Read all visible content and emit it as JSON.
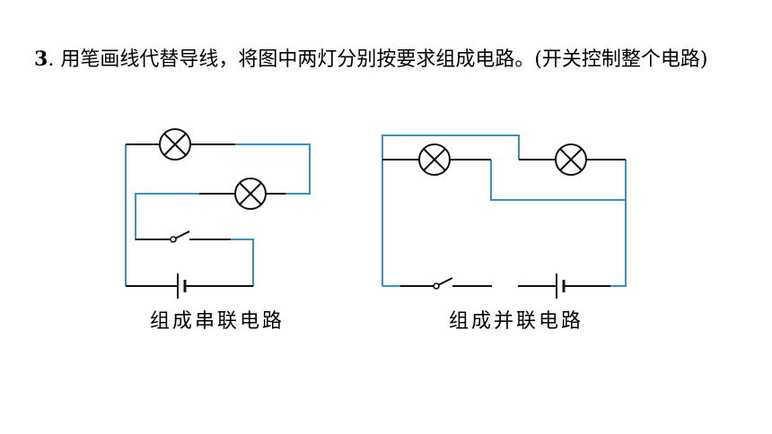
{
  "question": {
    "number": "3",
    "separator": ".",
    "text": "用笔画线代替导线，将图中两灯分别按要求组成电路。(开关控制整个电路)"
  },
  "diagrams": {
    "series": {
      "caption": "组成串联电路"
    },
    "parallel": {
      "caption": "组成并联电路"
    }
  },
  "colors": {
    "given_wire": "#111111",
    "drawn_wire": "#3a8fc4"
  }
}
